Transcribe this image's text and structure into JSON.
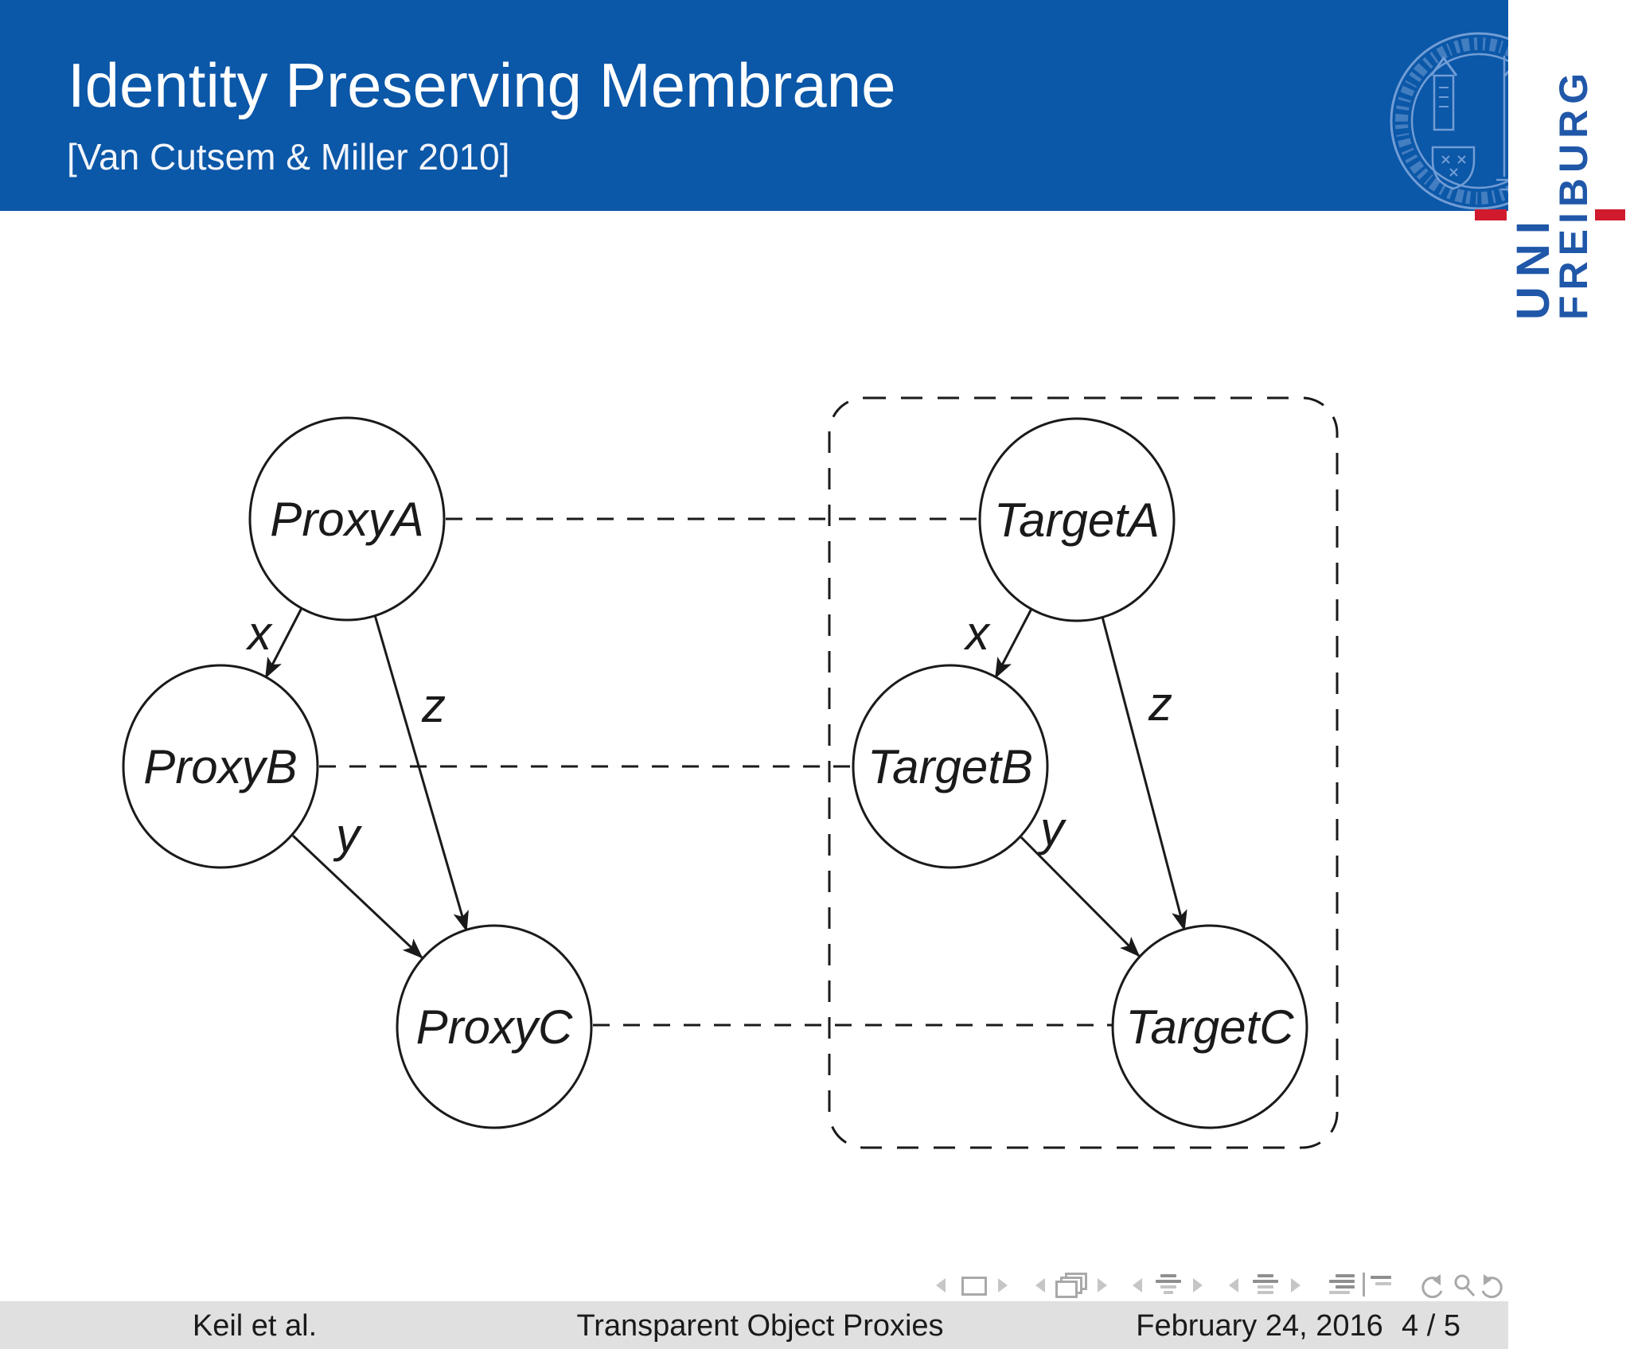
{
  "header": {
    "title": "Identity Preserving Membrane",
    "subtitle": "[Van Cutsem & Miller 2010]"
  },
  "logo": {
    "word1": "UNI",
    "word2": "FREIBURG"
  },
  "diagram": {
    "nodes": {
      "proxyA": "ProxyA",
      "proxyB": "ProxyB",
      "proxyC": "ProxyC",
      "targetA": "TargetA",
      "targetB": "TargetB",
      "targetC": "TargetC"
    },
    "edge_labels": {
      "x": "x",
      "y": "y",
      "z": "z"
    }
  },
  "footer": {
    "author": "Keil et al.",
    "title": "Transparent Object Proxies",
    "date": "February 24, 2016",
    "page": "4 / 5"
  },
  "nav": {
    "icons": [
      "prev-slide",
      "slide",
      "next-slide",
      "prev-frame",
      "frame",
      "next-frame",
      "prev-subsection",
      "subsection",
      "next-subsection",
      "prev-section",
      "section",
      "next-section",
      "presentation",
      "appendix",
      "back",
      "find",
      "forward"
    ]
  },
  "colors": {
    "header_blue": "#0b57a8",
    "logo_blue": "#2057a8",
    "logo_red": "#d11a2d",
    "footer_gray": "#e0e0e0",
    "diagram_ink": "#1a1a1a",
    "nav_gray": "#b4b4b4",
    "seal_blue": "#7da5da"
  }
}
